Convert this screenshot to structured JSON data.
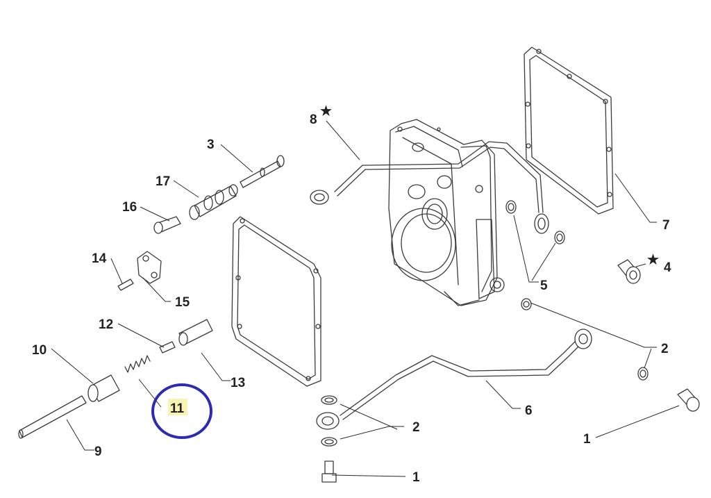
{
  "callouts": [
    {
      "id": "c1a",
      "text": "1"
    },
    {
      "id": "c1b",
      "text": "1"
    },
    {
      "id": "c2a",
      "text": "2"
    },
    {
      "id": "c2b",
      "text": "2"
    },
    {
      "id": "c3",
      "text": "3"
    },
    {
      "id": "c4",
      "text": "4"
    },
    {
      "id": "c5",
      "text": "5"
    },
    {
      "id": "c6",
      "text": "6"
    },
    {
      "id": "c7",
      "text": "7"
    },
    {
      "id": "c8",
      "text": "8"
    },
    {
      "id": "c9",
      "text": "9"
    },
    {
      "id": "c10",
      "text": "10"
    },
    {
      "id": "c11",
      "text": "11"
    },
    {
      "id": "c12",
      "text": "12"
    },
    {
      "id": "c13",
      "text": "13"
    },
    {
      "id": "c14",
      "text": "14"
    },
    {
      "id": "c15",
      "text": "15"
    },
    {
      "id": "c16",
      "text": "16"
    },
    {
      "id": "c17",
      "text": "17"
    }
  ],
  "star_glyph": "★",
  "colors": {
    "line": "#3a3a3a",
    "highlight_circle": "#2b2bb5",
    "highlight_fill": "#f7f3b2"
  },
  "icons": [
    "star-icon"
  ]
}
